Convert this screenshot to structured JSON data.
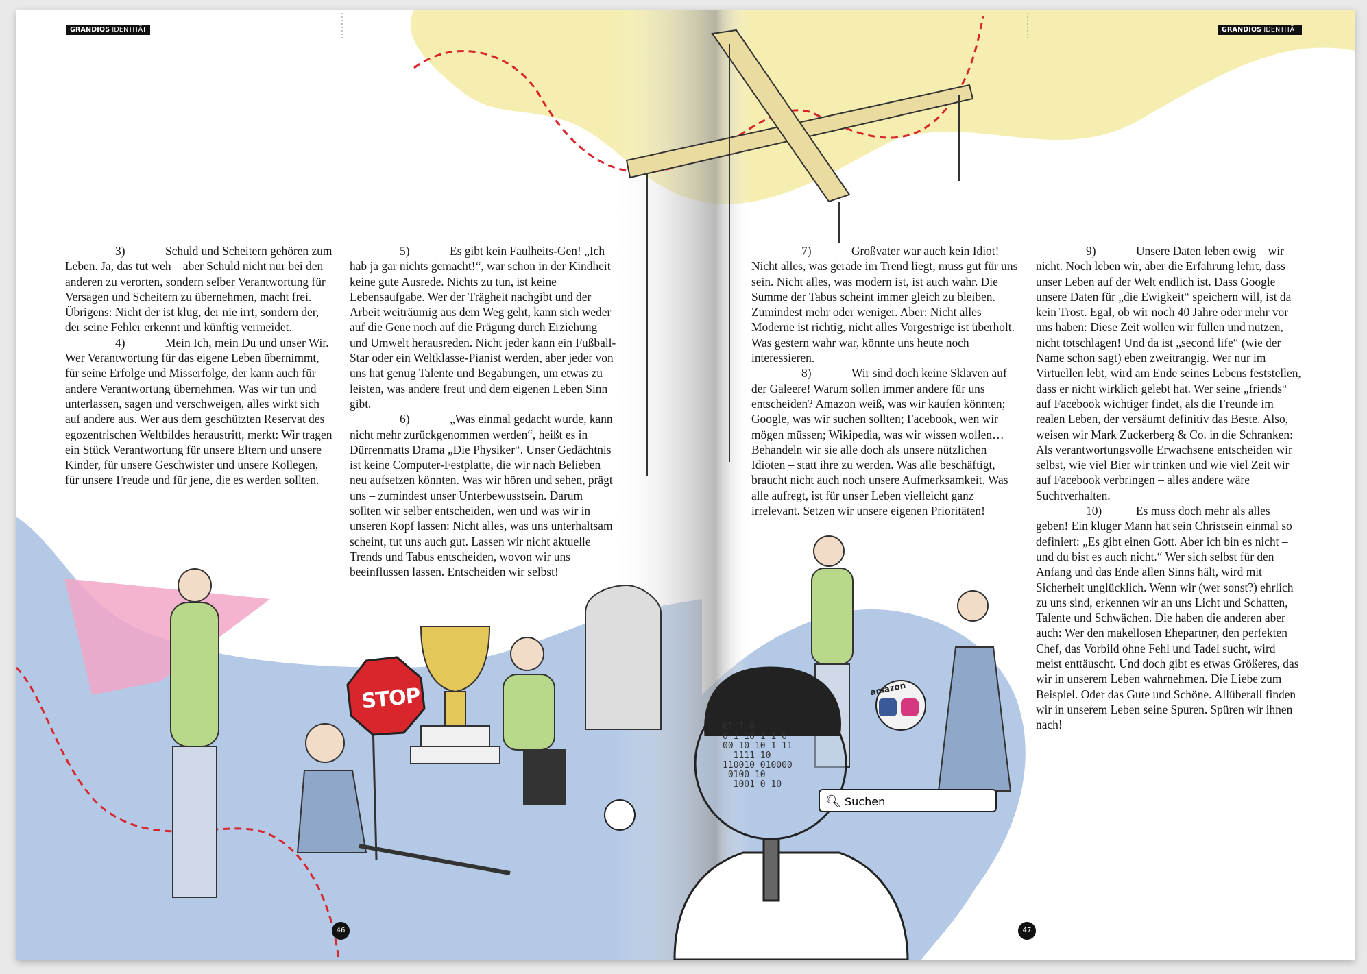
{
  "header": {
    "left_badge": {
      "brand": "GRANDIOS",
      "section": "IDENTITÄT"
    },
    "right_badge": {
      "brand": "GRANDIOS",
      "section": "IDENTITÄT"
    }
  },
  "pages": {
    "left_number": "46",
    "right_number": "47"
  },
  "colors": {
    "yellow": "#f5eeb0",
    "blue": "#b3c9e6",
    "pink": "#f2a6c6",
    "red_dash": "#d9262c",
    "shirt_green": "#b9d98a"
  },
  "illustration": {
    "stop_sign": "STOP",
    "search_label": "Suchen",
    "search_icon": "magnifier-icon",
    "ball_label": "amazon",
    "binary": "01 1 0\n0 1 10 1 1 0\n00 10 10 1 11\n  1111 10\n110010 010000\n 0100 10\n  1001 0 10"
  },
  "columns": [
    [
      {
        "num": "3)",
        "text": "Schuld und Scheitern gehören zum Leben. Ja, das tut weh – aber Schuld nicht nur bei den anderen zu verorten, sondern selber Verantwortung für Versagen und Scheitern zu übernehmen, macht frei. Übrigens: Nicht der ist klug, der nie irrt, sondern der, der seine Fehler erkennt und künftig vermeidet."
      },
      {
        "num": "4)",
        "text": "Mein Ich, mein Du und unser Wir. Wer Verantwortung für das eigene Leben übernimmt, für seine Erfolge und Misserfolge, der kann auch für andere Verantwortung übernehmen. Was wir tun und unterlassen, sagen und verschweigen, alles wirkt sich auf andere aus. Wer aus dem geschützten Reservat des egozentrischen Weltbildes heraustritt, merkt: Wir tragen ein Stück Verantwortung für unsere Eltern und unsere Kinder, für unsere Geschwister und unsere Kollegen, für unsere Freude und für jene, die es werden sollten."
      }
    ],
    [
      {
        "num": "5)",
        "text": "Es gibt kein Faulheits-Gen! „Ich hab ja gar nichts gemacht!“, war schon in der Kindheit keine gute Ausrede. Nichts zu tun, ist keine Lebensaufgabe. Wer der Trägheit nachgibt und der Arbeit weiträumig aus dem Weg geht, kann sich weder auf die Gene noch auf die Prägung durch Erziehung und Umwelt herausreden. Nicht jeder kann ein Fußball-Star oder ein Weltklasse-Pianist werden, aber jeder von uns hat genug Talente und Begabungen, um etwas zu leisten, was andere freut und dem eigenen Leben Sinn gibt."
      },
      {
        "num": "6)",
        "text": "„Was einmal gedacht wurde, kann nicht mehr zurückgenommen werden“, heißt es in Dürrenmatts Drama „Die Physiker“. Unser Gedächtnis ist keine Computer-Festplatte, die wir nach Belieben neu aufsetzen könnten. Was wir hören und sehen, prägt uns – zumindest unser Unterbewusstsein. Darum sollten wir selber entscheiden, wen und was wir in unseren Kopf lassen: Nicht alles, was uns unterhaltsam scheint, tut uns auch gut. Lassen wir nicht aktuelle Trends und Tabus entscheiden, wovon wir uns beeinflussen lassen. Entscheiden wir selbst!"
      }
    ],
    [
      {
        "num": "7)",
        "text": "Großvater war auch kein Idiot! Nicht alles, was gerade im Trend liegt, muss gut für uns sein. Nicht alles, was modern ist, ist auch wahr. Die Summe der Tabus scheint immer gleich zu bleiben. Zumindest mehr oder weniger. Aber: Nicht alles Moderne ist richtig, nicht alles Vorgestrige ist überholt. Was gestern wahr war, könnte uns heute noch interessieren."
      },
      {
        "num": "8)",
        "text": "Wir sind doch keine Sklaven auf der Galeere! Warum sollen immer andere für uns entscheiden? Amazon weiß, was wir kaufen könnten; Google, was wir suchen sollten; Facebook, wen wir mögen müssen; Wikipedia, was wir wissen wollen… Behandeln wir sie alle doch als unsere nützlichen Idioten – statt ihre zu werden. Was alle beschäftigt, braucht nicht auch noch unsere Aufmerksamkeit. Was alle aufregt, ist für unser Leben vielleicht ganz irrelevant. Setzen wir unsere eigenen Prioritäten!"
      }
    ],
    [
      {
        "num": "9)",
        "text": "Unsere Daten leben ewig – wir nicht. Noch leben wir, aber die Erfahrung lehrt, dass unser Leben auf der Welt endlich ist. Dass Google unsere Daten für „die Ewigkeit“ speichern will, ist da kein Trost. Egal, ob wir noch 40 Jahre oder mehr vor uns haben: Diese Zeit wollen wir füllen und nutzen, nicht totschlagen! Und da ist „second life“ (wie der Name schon sagt) eben zweitrangig. Wer nur im Virtuellen lebt, wird am Ende seines Lebens feststellen, dass er nicht wirklich gelebt hat. Wer seine „friends“ auf Facebook wichtiger findet, als die Freunde im realen Leben, der versäumt definitiv das Beste. Also, weisen wir Mark Zuckerberg & Co. in die Schranken: Als verantwortungsvolle Erwachsene entscheiden wir selbst, wie viel Bier wir trinken und wie viel Zeit wir auf Facebook verbringen – alles andere wäre Suchtverhalten."
      },
      {
        "num": "10)",
        "text": "Es muss doch mehr als alles geben! Ein kluger Mann hat sein Christsein einmal so definiert: „Es gibt einen Gott. Aber ich bin es nicht – und du bist es auch nicht.“ Wer sich selbst für den Anfang und das Ende allen Sinns hält, wird mit Sicherheit unglücklich. Wenn wir (wer sonst?) ehrlich zu uns sind, erkennen wir an uns Licht und Schatten, Talente und Schwächen. Die haben die anderen aber auch: Wer den makellosen Ehepartner, den perfekten Chef, das Vorbild ohne Fehl und Tadel sucht, wird meist enttäuscht. Und doch gibt es etwas Größeres, das wir in unserem Leben wahrnehmen. Die Liebe zum Beispiel. Oder das Gute und Schöne. Allüberall finden wir in unserem Leben seine Spuren. Spüren wir ihnen nach!"
      }
    ]
  ]
}
